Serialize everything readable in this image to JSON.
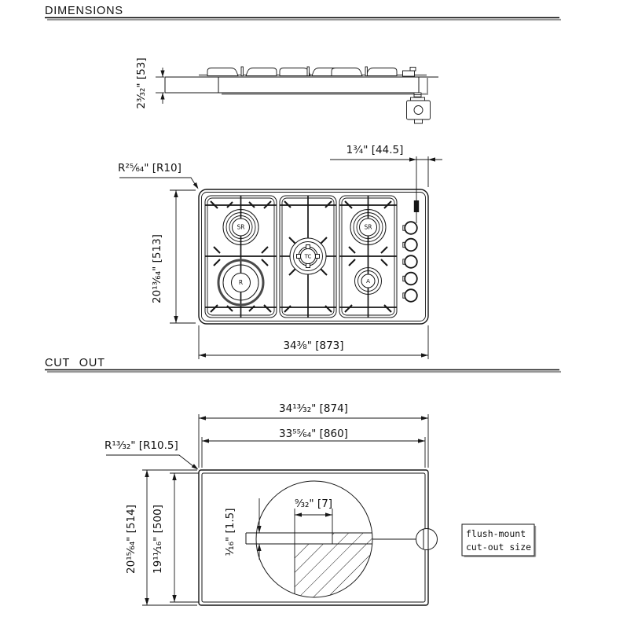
{
  "colors": {
    "line": "#161616",
    "shadow_gray": "#969696",
    "background": "#ffffff"
  },
  "dimensions_section": {
    "title": "DIMENSIONS"
  },
  "cut_out_section": {
    "title": "CUT OUT"
  },
  "side_view": {
    "height": "2³⁄₃₂\" [53]"
  },
  "top_view": {
    "igniter_offset": "1¾\" [44.5]",
    "corner_radius": "R²⁵⁄₆₄\" [R10]",
    "depth": "20¹³⁄₆₄\" [513]",
    "width": "34⅜\" [873]",
    "burner_top_left": "SR",
    "burner_top_right": "SR",
    "burner_center": "TC",
    "burner_bottom_left": "R",
    "burner_bottom_right": "A"
  },
  "cut_out_view": {
    "outer_width": "34¹³⁄₃₂\" [874]",
    "inner_width": "33⁵⁵⁄₆₄\" [860]",
    "corner_radius": "R¹³⁄₃₂\" [R10.5]",
    "outer_depth": "20¹⁵⁄₆₄\" [514]",
    "inner_depth": "19¹¹⁄₁₆\" [500]",
    "step_width": "⁹⁄₃₂\" [7]",
    "step_thickness": "¹⁄₁₆\" [1.5]",
    "callout_line1": "flush-mount",
    "callout_line2": "cut-out size"
  }
}
